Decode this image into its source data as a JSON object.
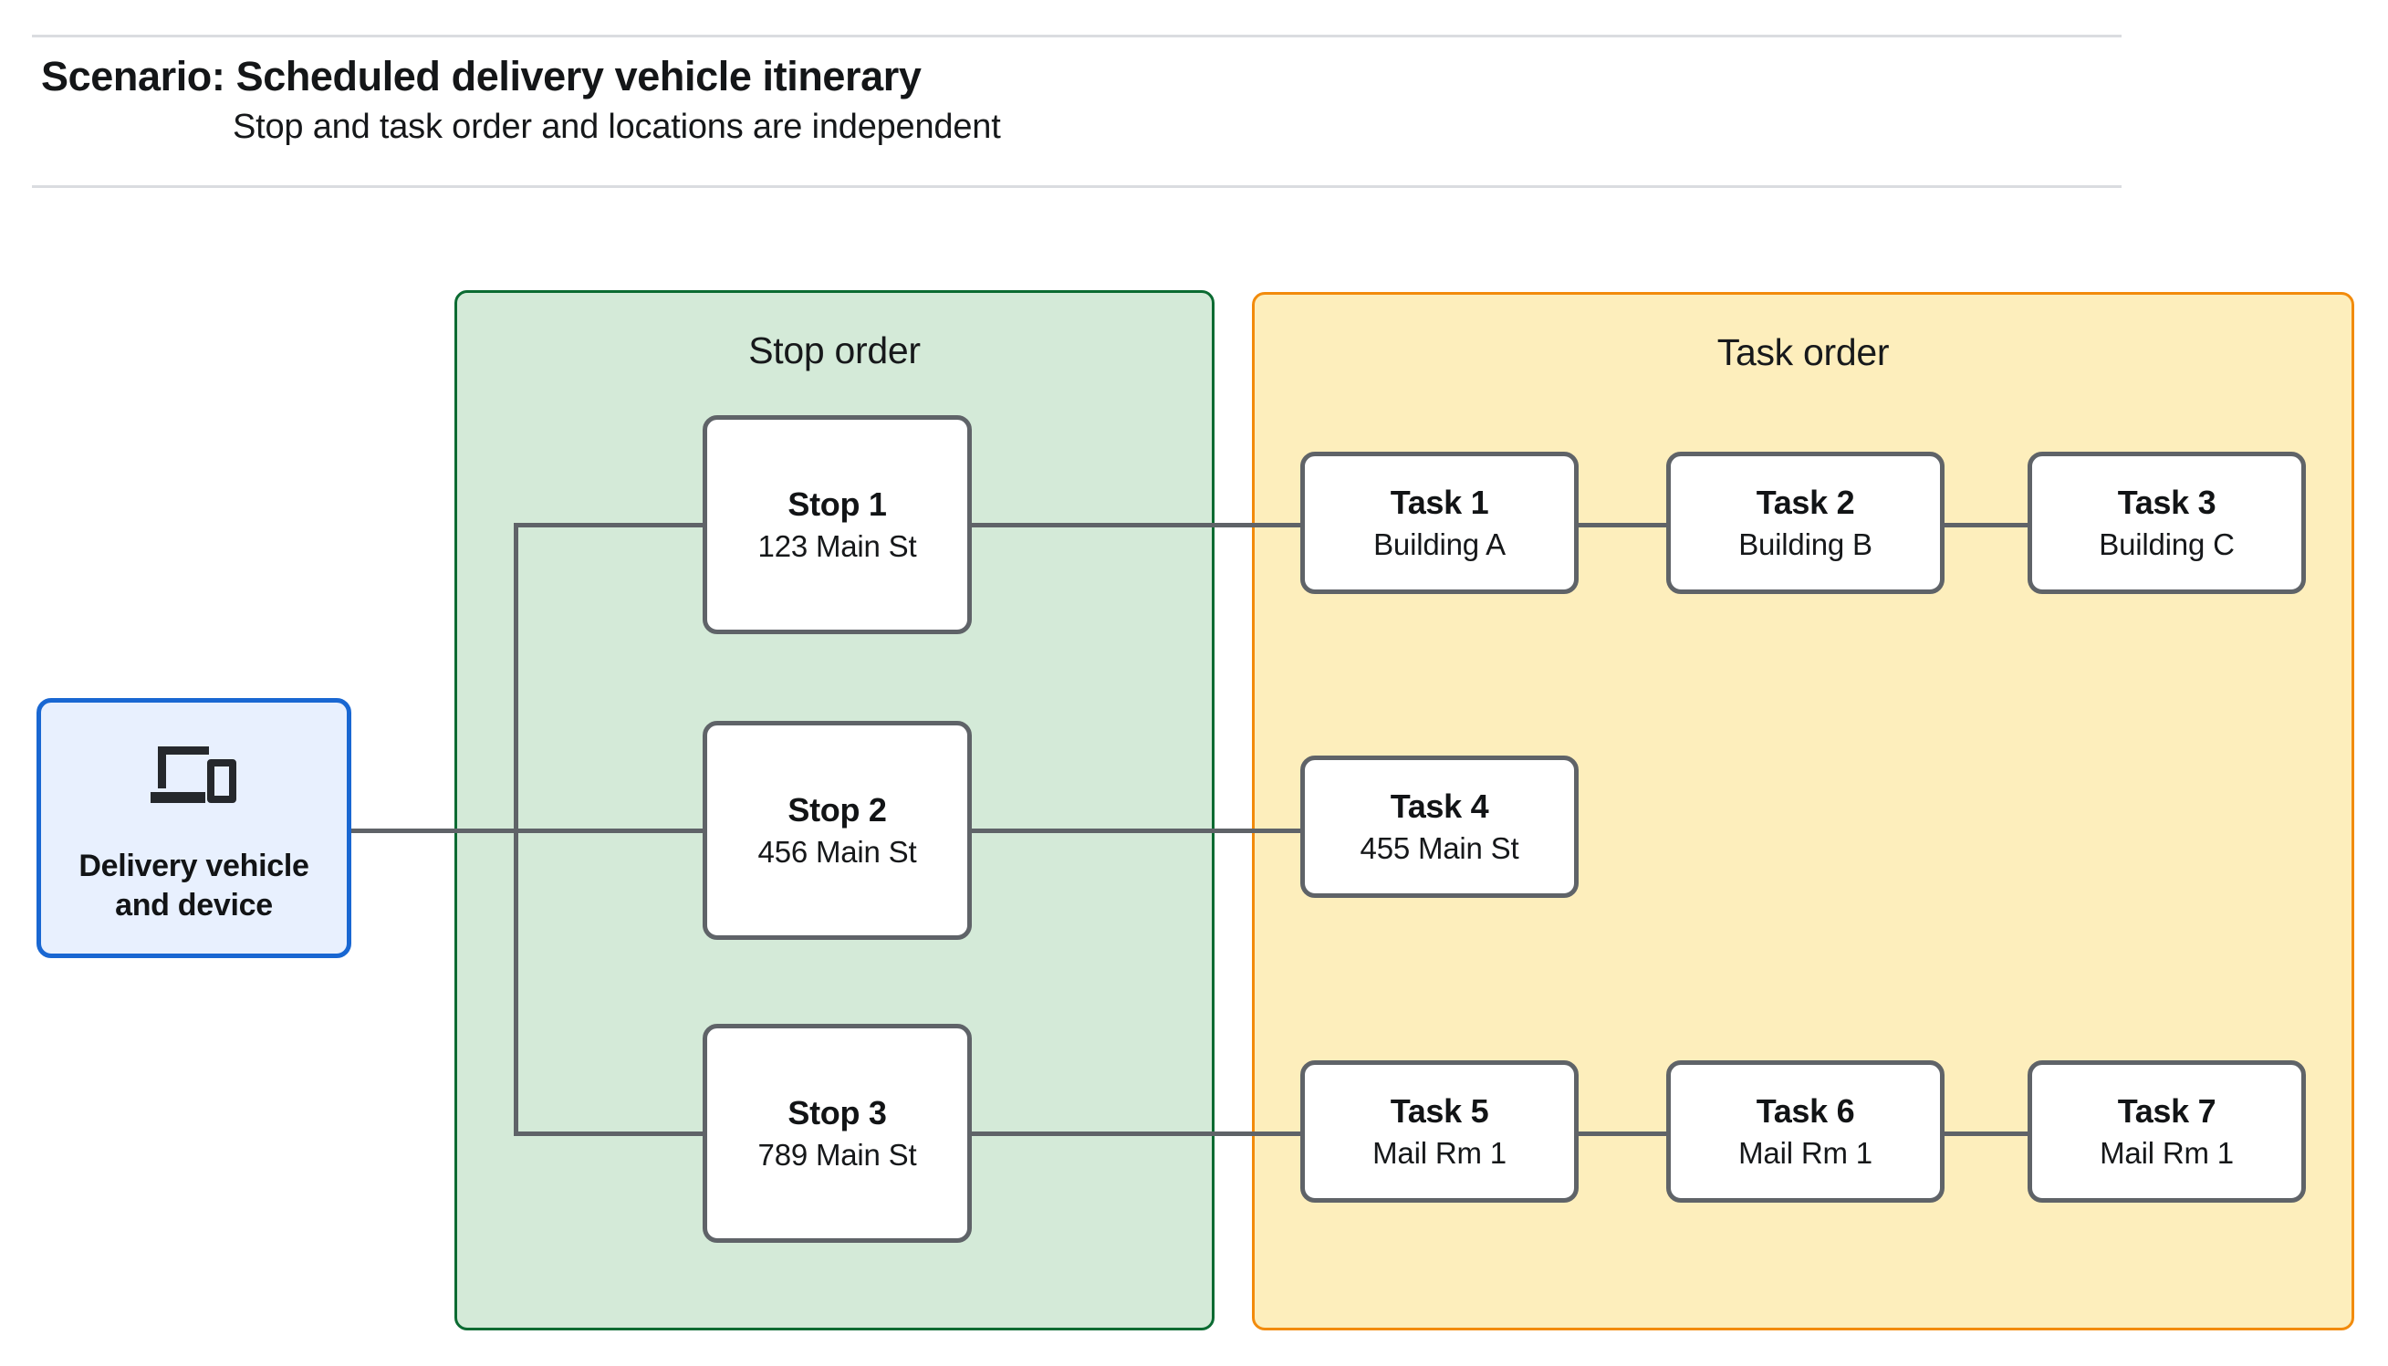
{
  "header": {
    "title": "Scenario: Scheduled delivery vehicle itinerary",
    "subtitle": "Stop and task order and locations are independent"
  },
  "vehicle": {
    "icon": "devices-icon",
    "label_line_1": "Delivery vehicle",
    "label_line_2": "and device"
  },
  "groups": {
    "stop": {
      "title": "Stop order",
      "fill": "#d4ead8",
      "border": "#0b6b32"
    },
    "task": {
      "title": "Task order",
      "fill": "#fdeebc",
      "border": "#f28b0c"
    }
  },
  "stops": [
    {
      "title": "Stop 1",
      "address": "123 Main St"
    },
    {
      "title": "Stop 2",
      "address": "456 Main St"
    },
    {
      "title": "Stop 3",
      "address": "789 Main St"
    }
  ],
  "task_rows": [
    {
      "tasks": [
        {
          "title": "Task 1",
          "location": "Building A"
        },
        {
          "title": "Task 2",
          "location": "Building B"
        },
        {
          "title": "Task 3",
          "location": "Building C"
        }
      ]
    },
    {
      "tasks": [
        {
          "title": "Task 4",
          "location": "455 Main St"
        }
      ]
    },
    {
      "tasks": [
        {
          "title": "Task 5",
          "location": "Mail Rm 1"
        },
        {
          "title": "Task 6",
          "location": "Mail Rm 1"
        },
        {
          "title": "Task 7",
          "location": "Mail Rm 1"
        }
      ]
    }
  ],
  "colors": {
    "connector": "#5f6368",
    "node_border": "#5f6368",
    "node_fill": "#ffffff",
    "vehicle_fill": "#e8f0fe",
    "vehicle_border": "#1967d2",
    "rule": "#dadce0",
    "text": "#202124"
  }
}
